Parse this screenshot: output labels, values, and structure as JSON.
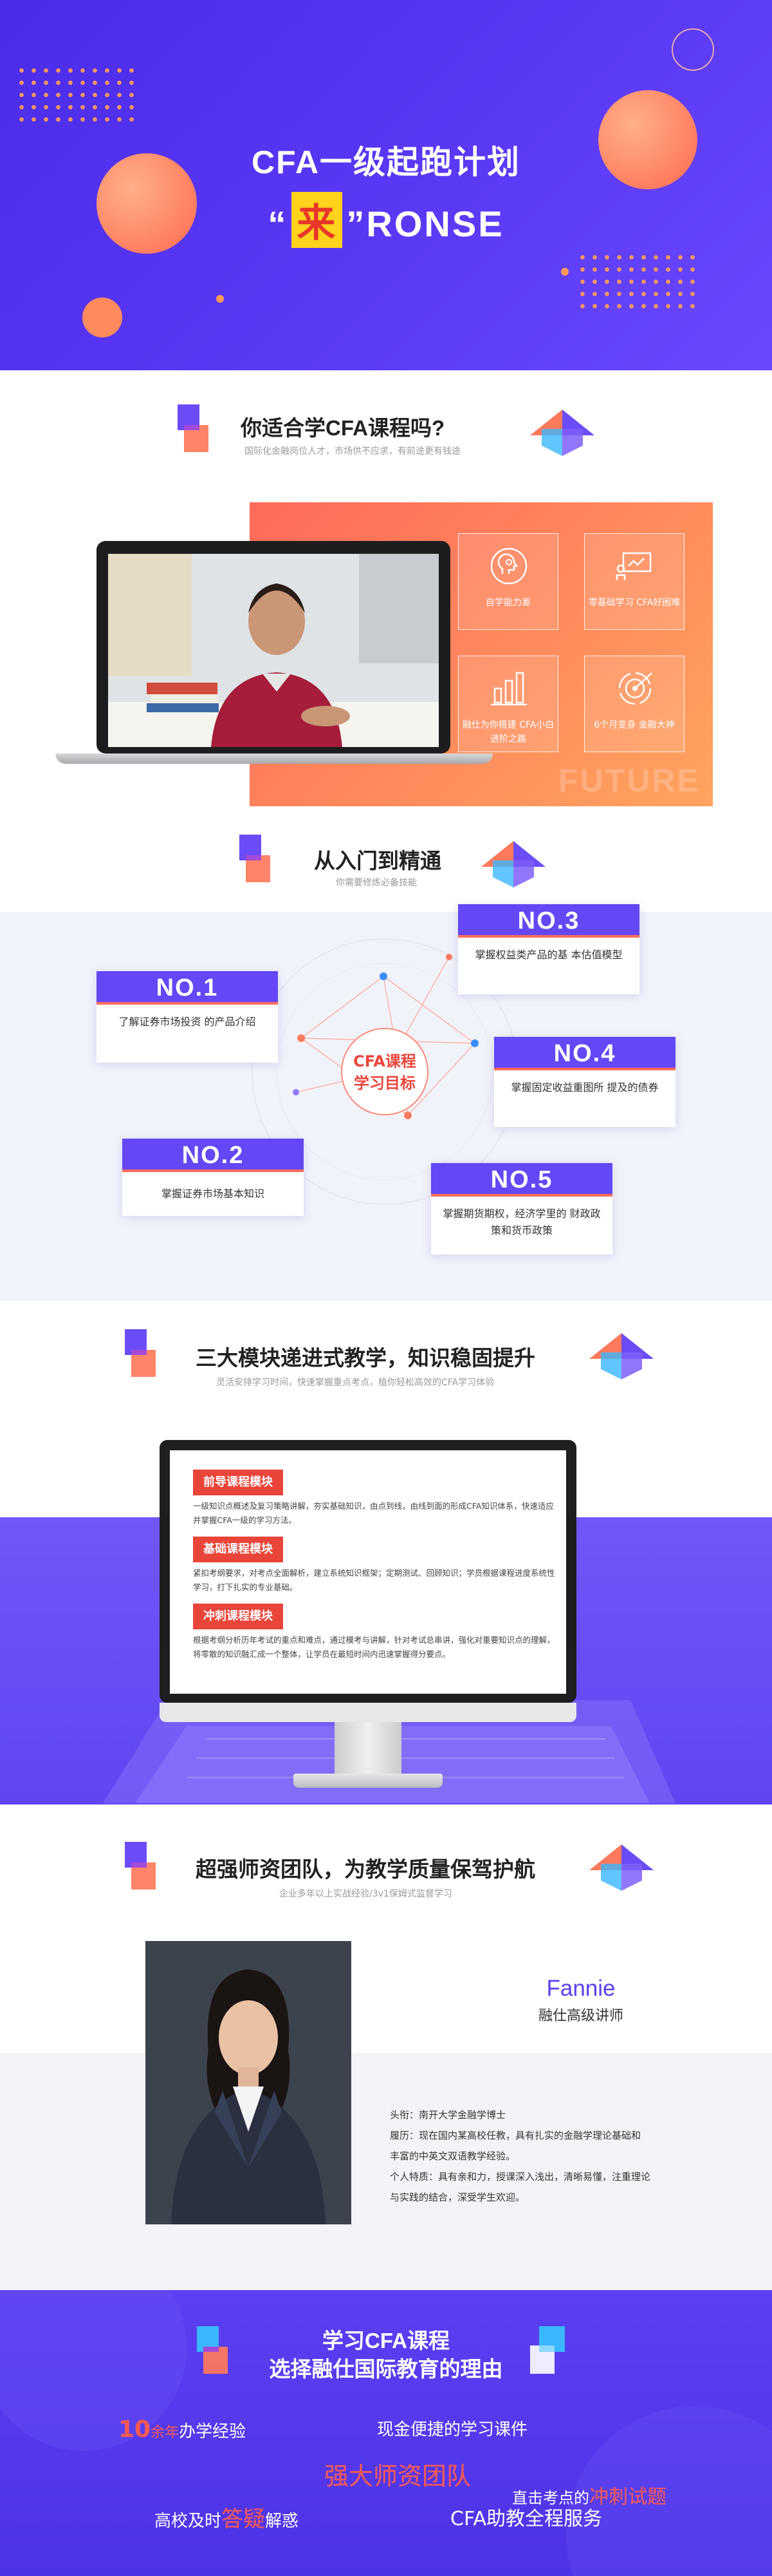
{
  "colors": {
    "primary": "#5a39f5",
    "accent": "#ff6d5a",
    "highlight": "#ffd21c",
    "red": "#e9453a"
  },
  "hero": {
    "title": "CFA一级起跑计划",
    "quote_open": "“",
    "highlight_char": "来",
    "quote_close": "”",
    "sub_rest": "RONSE"
  },
  "suitability": {
    "title": "你适合学CFA课程吗?",
    "subtitle": "国际化金融岗位人才，市场供不应求，有前途更有钱途",
    "watermark": "FUTURE",
    "features": [
      {
        "icon": "brain-gear-icon",
        "label": "自学能力差"
      },
      {
        "icon": "chalkboard-icon",
        "label": "零基础学习 CFA好困难"
      },
      {
        "icon": "bar-chart-icon",
        "label": "融仕为你搭建 CFA小白进阶之路"
      },
      {
        "icon": "target-arrow-icon",
        "label": "6个月变身 金融大神"
      }
    ]
  },
  "roadmap": {
    "title": "从入门到精通",
    "subtitle": "你需要修炼必备技能",
    "goal": [
      "CFA课程",
      "学习目标"
    ],
    "cards": [
      {
        "no": "NO.1",
        "text": "了解证券市场投资 的产品介绍"
      },
      {
        "no": "NO.2",
        "text": "掌握证券市场基本知识"
      },
      {
        "no": "NO.3",
        "text": "掌握权益类产品的基 本估值模型"
      },
      {
        "no": "NO.4",
        "text": "掌握固定收益重图所 提及的债券"
      },
      {
        "no": "NO.5",
        "text": "掌握期货期权，经济学里的 财政政策和货币政策"
      }
    ]
  },
  "modules": {
    "title": "三大模块递进式教学，知识稳固提升",
    "subtitle": "灵活安排学习时间，快速掌握重点考点，植你轻松高效的CFA学习体验",
    "items": [
      {
        "tag": "前导课程模块",
        "text": "一级知识点概述及复习策略讲解，夯实基础知识，由点到线，由线到面的形成CFA知识体系，快速适应并掌握CFA一级的学习方法。"
      },
      {
        "tag": "基础课程模块",
        "text": "紧扣考纲要求，对考点全面解析，建立系统知识框架；定期测试、回顾知识；学员根据课程进度系统性学习，打下扎实的专业基础。"
      },
      {
        "tag": "冲刺课程模块",
        "text": "根据考纲分析历年考试的重点和难点，通过模考与讲解，针对考试总串讲，强化对重要知识点的理解，将零散的知识融汇成一个整体，让学员在最短时间内迅速掌握得分要点。"
      }
    ]
  },
  "teacher": {
    "title": "超强师资团队，为教学质量保驾护航",
    "subtitle": "企业多年以上实战经验/3v1保姆式监督学习",
    "name": "Fannie",
    "role": "融仕高级讲师",
    "info": [
      "头衔：南开大学金融学博士",
      "履历：现在国内某高校任教，具有扎实的金融学理论基础和",
      "丰富的中英文双语教学经验。",
      "个人特质：具有亲和力，授课深入浅出，清晰易懂，注重理论",
      "与实践的结合，深受学生欢迎。"
    ]
  },
  "reasons": {
    "title_line1": "学习CFA课程",
    "title_line2": "选择融仕国际教育的理由",
    "exp_num": "10",
    "exp_unit": "余年",
    "exp_rest": "办学经验",
    "courseware": "现金便捷的学习课件",
    "team": "强大师资团队",
    "direct_pre": "直击考点的",
    "direct_red": "冲刺试题",
    "answer_pre": "高校及时",
    "answer_red": "答疑",
    "answer_post": "解惑",
    "service": "CFA助教全程服务"
  }
}
